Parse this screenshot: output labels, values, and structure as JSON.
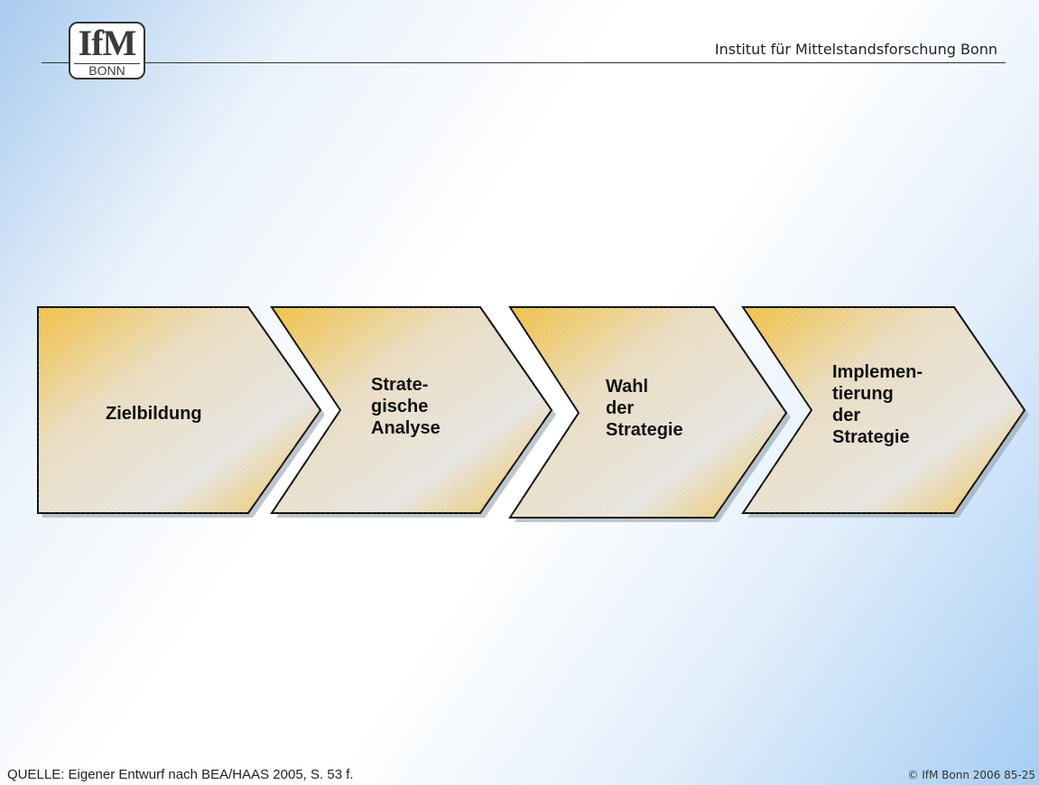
{
  "header": {
    "logo_main": "IfM",
    "logo_sub": "BONN",
    "title": "Institut für Mittelstandsforschung Bonn"
  },
  "process": {
    "steps": [
      {
        "label": "Zielbildung"
      },
      {
        "label": "Strate-\ngische\nAnalyse"
      },
      {
        "label": "Wahl\nder\nStrategie"
      },
      {
        "label": "Implemen-\ntierung\nder\nStrategie"
      }
    ],
    "colors": {
      "gold": "#f0c24a",
      "light": "#e8e6e0",
      "outline": "#111111"
    }
  },
  "footer": {
    "source": "QUELLE: Eigener Entwurf nach BEA/HAAS 2005, S. 53 f.",
    "copyright": "© IfM Bonn 2006  85-25"
  }
}
